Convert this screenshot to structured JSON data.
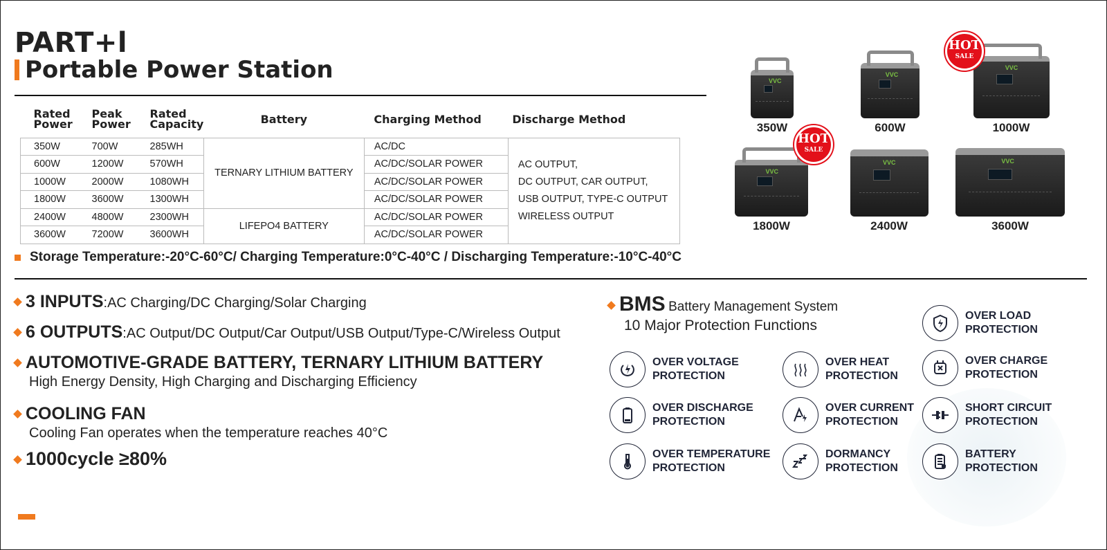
{
  "header": {
    "part": "PART+l",
    "title": "Portable Power Station"
  },
  "table": {
    "headers": {
      "rated_power": [
        "Rated",
        "Power"
      ],
      "peak_power": [
        "Peak",
        "Power"
      ],
      "rated_capacity": [
        "Rated",
        "Capacity"
      ],
      "battery": "Battery",
      "charging": "Charging Method",
      "discharge": "Discharge Method"
    },
    "rows": [
      {
        "rated": "350W",
        "peak": "700W",
        "capacity": "285WH",
        "charging": "AC/DC"
      },
      {
        "rated": "600W",
        "peak": "1200W",
        "capacity": "570WH",
        "charging": "AC/DC/SOLAR POWER"
      },
      {
        "rated": "1000W",
        "peak": "2000W",
        "capacity": "1080WH",
        "charging": "AC/DC/SOLAR POWER"
      },
      {
        "rated": "1800W",
        "peak": "3600W",
        "capacity": "1300WH",
        "charging": "AC/DC/SOLAR POWER"
      },
      {
        "rated": "2400W",
        "peak": "4800W",
        "capacity": "2300WH",
        "charging": "AC/DC/SOLAR POWER"
      },
      {
        "rated": "3600W",
        "peak": "7200W",
        "capacity": "3600WH",
        "charging": "AC/DC/SOLAR POWER"
      }
    ],
    "battery_ternary": "TERNARY LITHIUM BATTERY",
    "battery_lifepo4": "LIFEPO4 BATTERY",
    "discharge_lines": [
      "AC OUTPUT,",
      "DC OUTPUT, CAR OUTPUT,",
      "USB OUTPUT, TYPE-C OUTPUT",
      "WIRELESS OUTPUT"
    ]
  },
  "storage_note": "Storage Temperature:-20°C-60°C/ Charging Temperature:0°C-40°C / Discharging Temperature:-10°C-40°C",
  "products": [
    {
      "label": "350W"
    },
    {
      "label": "600W"
    },
    {
      "label": "1000W"
    },
    {
      "label": "1800W"
    },
    {
      "label": "2400W"
    },
    {
      "label": "3600W"
    }
  ],
  "badges": {
    "hot": "HOT",
    "sale": "SALE"
  },
  "features": {
    "inputs_head": "3 INPUTS",
    "inputs_desc": ":AC Charging/DC Charging/Solar Charging",
    "outputs_head": "6 OUTPUTS",
    "outputs_desc": ":AC Output/DC Output/Car Output/USB Output/Type-C/Wireless Output",
    "battery_head": "AUTOMOTIVE-GRADE BATTERY, TERNARY LITHIUM BATTERY",
    "battery_sub": "High Energy Density, High Charging and Discharging Efficiency",
    "fan_head": "COOLING FAN",
    "fan_sub": "Cooling Fan operates when the temperature reaches 40°C",
    "cycle_head": "1000cycle ≥80%"
  },
  "bms": {
    "title": "BMS",
    "subtitle": "Battery Management System",
    "sub2": "10 Major Protection Functions",
    "protections": [
      {
        "l1": "OVER LOAD",
        "l2": "PROTECTION"
      },
      {
        "l1": "OVER VOLTAGE",
        "l2": "PROTECTION"
      },
      {
        "l1": "OVER HEAT",
        "l2": "PROTECTION"
      },
      {
        "l1": "OVER CHARGE",
        "l2": "PROTECTION"
      },
      {
        "l1": "OVER DISCHARGE",
        "l2": "PROTECTION"
      },
      {
        "l1": "OVER CURRENT",
        "l2": "PROTECTION"
      },
      {
        "l1": "SHORT CIRCUIT",
        "l2": "PROTECTION"
      },
      {
        "l1": "OVER TEMPERATURE",
        "l2": "PROTECTION"
      },
      {
        "l1": "DORMANCY",
        "l2": "PROTECTION"
      },
      {
        "l1": "BATTERY",
        "l2": "PROTECTION"
      }
    ]
  },
  "colors": {
    "accent": "#f07a1e",
    "hot_red": "#e3101a",
    "icon_navy": "#1f2436"
  }
}
